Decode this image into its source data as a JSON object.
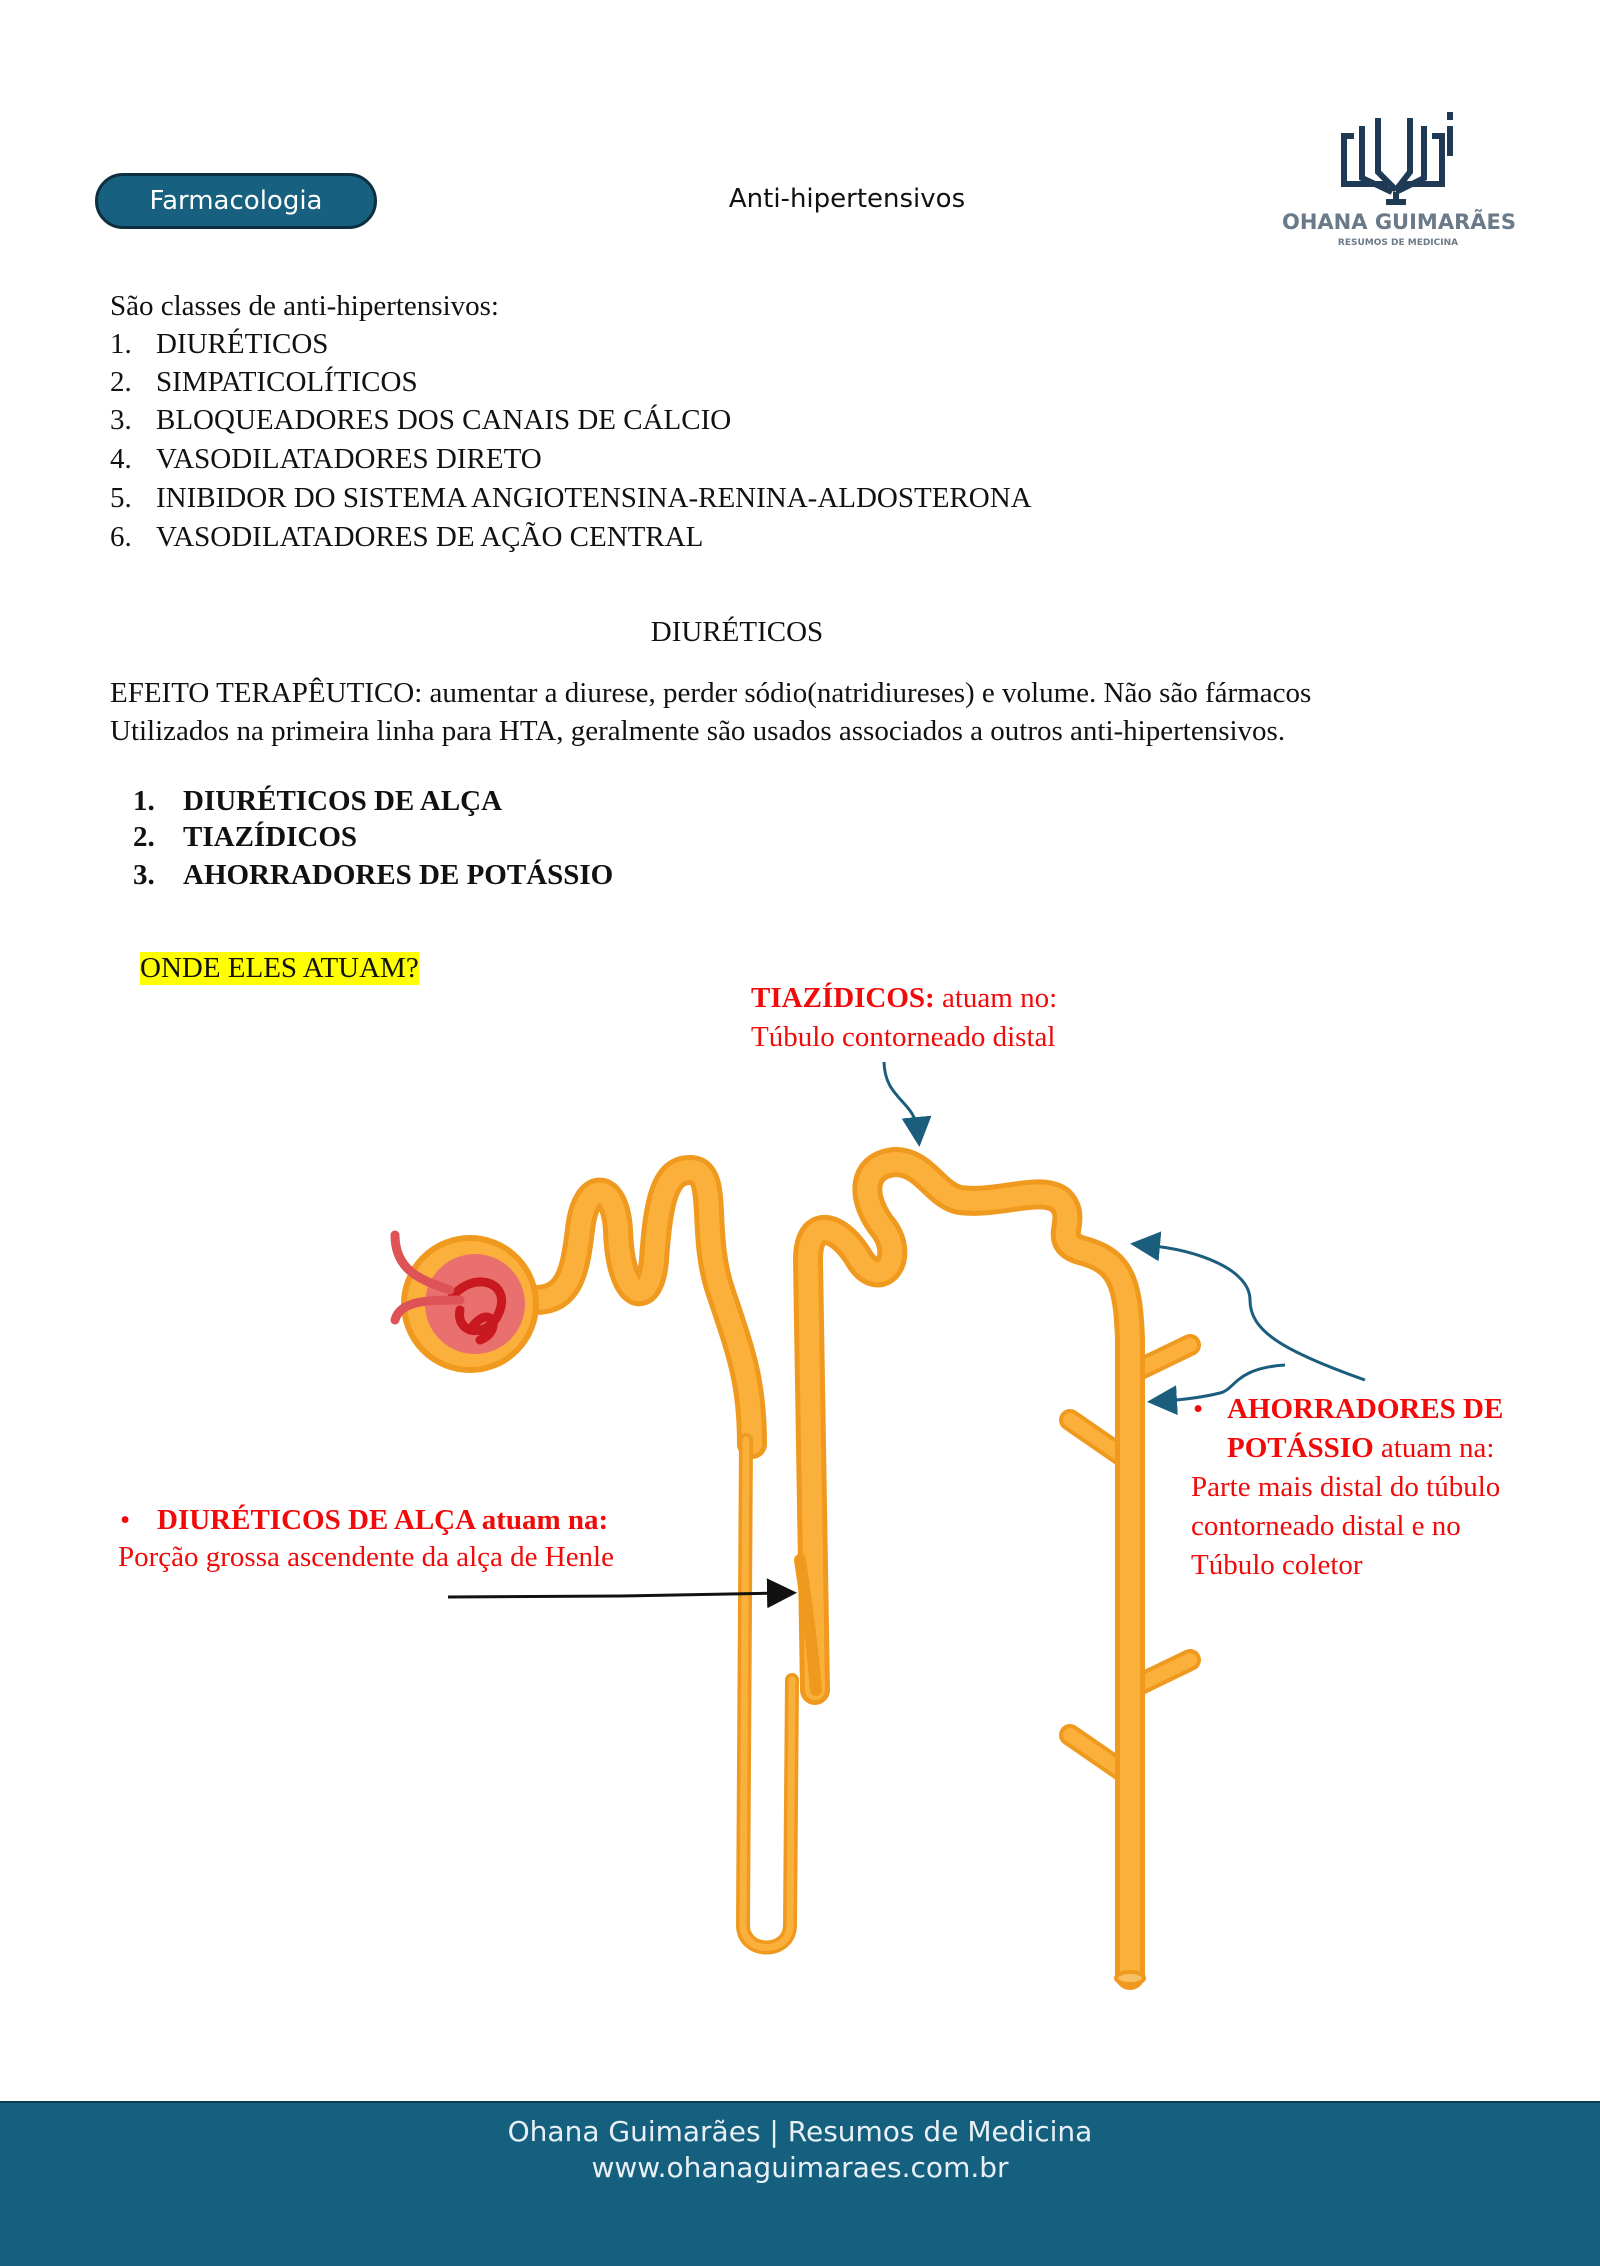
{
  "header": {
    "subject_badge": "Farmacologia",
    "title": "Anti-hipertensivos",
    "logo": {
      "name": "OHANA GUIMARÃES",
      "subtitle": "RESUMOS DE MEDICINA"
    }
  },
  "intro": {
    "lead": "São classes de anti-hipertensivos:",
    "classes": [
      {
        "num": "1.",
        "label": "DIURÉTICOS"
      },
      {
        "num": "2.",
        "label": "SIMPATICOLÍTICOS"
      },
      {
        "num": "3.",
        "label": "BLOQUEADORES DOS CANAIS DE CÁLCIO"
      },
      {
        "num": "4.",
        "label": "VASODILATADORES DIRETO"
      },
      {
        "num": "5.",
        "label": "INIBIDOR DO SISTEMA ANGIOTENSINA-RENINA-ALDOSTERONA"
      },
      {
        "num": "6.",
        "label": "VASODILATADORES DE AÇÃO CENTRAL"
      }
    ]
  },
  "diureticos": {
    "heading": "DIURÉTICOS",
    "effect_line1": "EFEITO TERAPÊUTICO: aumentar a diurese, perder sódio(natridiureses) e volume. Não são fármacos",
    "effect_line2": "Utilizados na primeira linha para HTA, geralmente são usados associados a outros anti-hipertensivos.",
    "types": [
      {
        "num": "1.",
        "label": "DIURÉTICOS DE ALÇA"
      },
      {
        "num": "2.",
        "label": "TIAZÍDICOS"
      },
      {
        "num": "3.",
        "label": "AHORRADORES DE POTÁSSIO"
      }
    ],
    "question": "ONDE ELES ATUAM?"
  },
  "diagram": {
    "tiazidicos": {
      "bold": "TIAZÍDICOS:",
      "rest": " atuam no:",
      "line2": "Túbulo contorneado distal"
    },
    "alca": {
      "bullet": "•",
      "bold": "DIURÉTICOS DE ALÇA atuam na:",
      "line2": "Porção grossa ascendente da alça de Henle"
    },
    "ahorradores": {
      "bullet": "•",
      "bold1": "AHORRADORES DE",
      "bold2": "POTÁSSIO",
      "rest2": " atuam na:",
      "line3": "Parte mais distal do túbulo",
      "line4": "contorneado distal e no",
      "line5": "Túbulo coletor"
    },
    "colors": {
      "tubule": "#fbb03b",
      "tubule_edge": "#ef9a1e",
      "glomerulus": "#e0464a",
      "arrow_blue": "#1b5d7c",
      "label_red": "#f00a0a"
    }
  },
  "footer": {
    "line1": "Ohana Guimarães | Resumos de Medicina",
    "line2": "www.ohanaguimaraes.com.br"
  }
}
